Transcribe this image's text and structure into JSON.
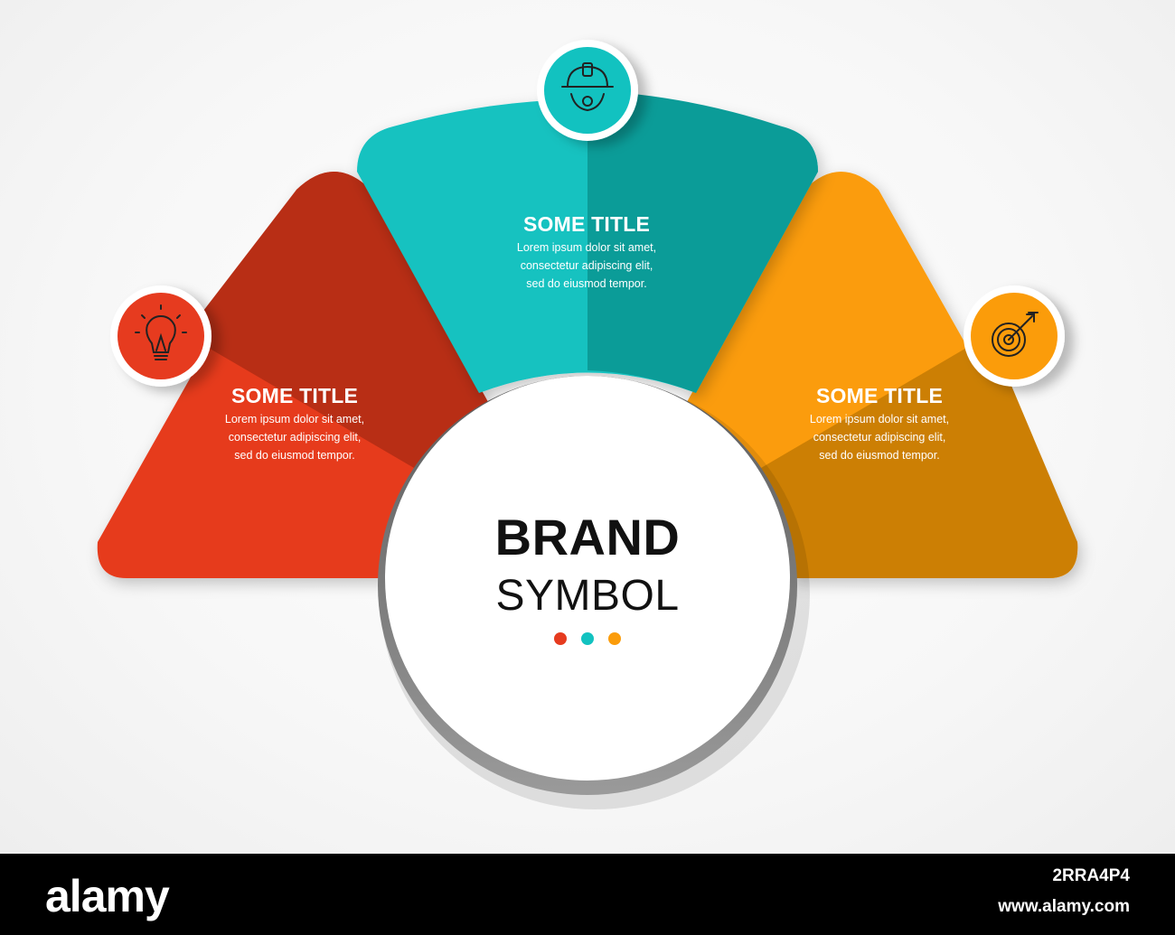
{
  "segments": [
    {
      "id": "left",
      "title": "SOME TITLE",
      "text_lines": [
        "Lorem ipsum dolor sit amet,",
        "consectetur adipiscing elit,",
        "sed do eiusmod tempor."
      ],
      "color": "#e63b1f",
      "color_dark": "#b82e15",
      "icon": "lightbulb-icon"
    },
    {
      "id": "center",
      "title": "SOME TITLE",
      "text_lines": [
        "Lorem ipsum dolor sit amet,",
        "consectetur adipiscing elit,",
        "sed do eiusmod tempor."
      ],
      "color": "#12c2c0",
      "color_dark": "#0b9c98",
      "icon": "hard-hat-gear-icon"
    },
    {
      "id": "right",
      "title": "SOME TITLE",
      "text_lines": [
        "Lorem ipsum dolor sit amet,",
        "consectetur adipiscing elit,",
        "sed do eiusmod tempor."
      ],
      "color": "#fb9c0a",
      "color_dark": "#cc7f04",
      "icon": "target-arrow-icon"
    }
  ],
  "brand": {
    "title": "BRAND",
    "subtitle": "SYMBOL",
    "dot_colors": [
      "#e63b1f",
      "#12c2c0",
      "#fb9c0a"
    ]
  },
  "footer": {
    "watermark": "alamy",
    "image_code": "2RRA4P4",
    "url": "www.alamy.com"
  }
}
